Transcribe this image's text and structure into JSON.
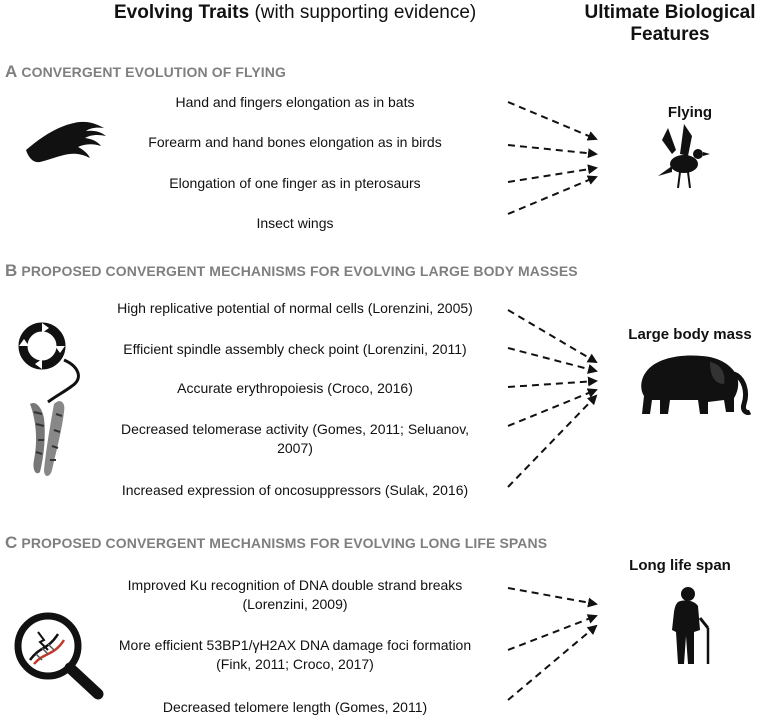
{
  "header": {
    "left_title": "Evolving Traits",
    "left_subtitle": "(with supporting evidence)",
    "right_title": "Ultimate Biological Features"
  },
  "sections": [
    {
      "letter": "A",
      "title": "CONVERGENT EVOLUTION OF FLYING",
      "traits": [
        "Hand and fingers elongation as in bats",
        "Forearm and hand bones elongation as in birds",
        "Elongation of one finger as in pterosaurs",
        "Insect wings"
      ],
      "feature": "Flying",
      "feature_icon": "bird-silhouette-icon",
      "trait_icon": "wing-silhouette-icon"
    },
    {
      "letter": "B",
      "title": "PROPOSED CONVERGENT MECHANISMS FOR EVOLVING LARGE BODY MASSES",
      "traits": [
        "High replicative potential of normal cells (Lorenzini, 2005)",
        "Efficient spindle assembly check point (Lorenzini, 2011)",
        "Accurate erythropoiesis (Croco, 2016)",
        "Decreased telomerase activity (Gomes, 2011; Seluanov, 2007)",
        "Increased expression of oncosuppressors (Sulak, 2016)"
      ],
      "feature": "Large body mass",
      "feature_icon": "elephant-silhouette-icon",
      "trait_icon": "cell-cycle-chromosome-icon"
    },
    {
      "letter": "C",
      "title": "PROPOSED CONVERGENT MECHANISMS FOR EVOLVING LONG LIFE SPANS",
      "traits": [
        "Improved Ku recognition of DNA double strand breaks (Lorenzini, 2009)",
        "More efficient 53BP1/γH2AX DNA damage foci formation (Fink, 2011; Croco, 2017)",
        "Decreased telomere length (Gomes, 2011)"
      ],
      "feature": "Long life span",
      "feature_icon": "elderly-person-silhouette-icon",
      "trait_icon": "magnifier-dna-icon"
    }
  ]
}
